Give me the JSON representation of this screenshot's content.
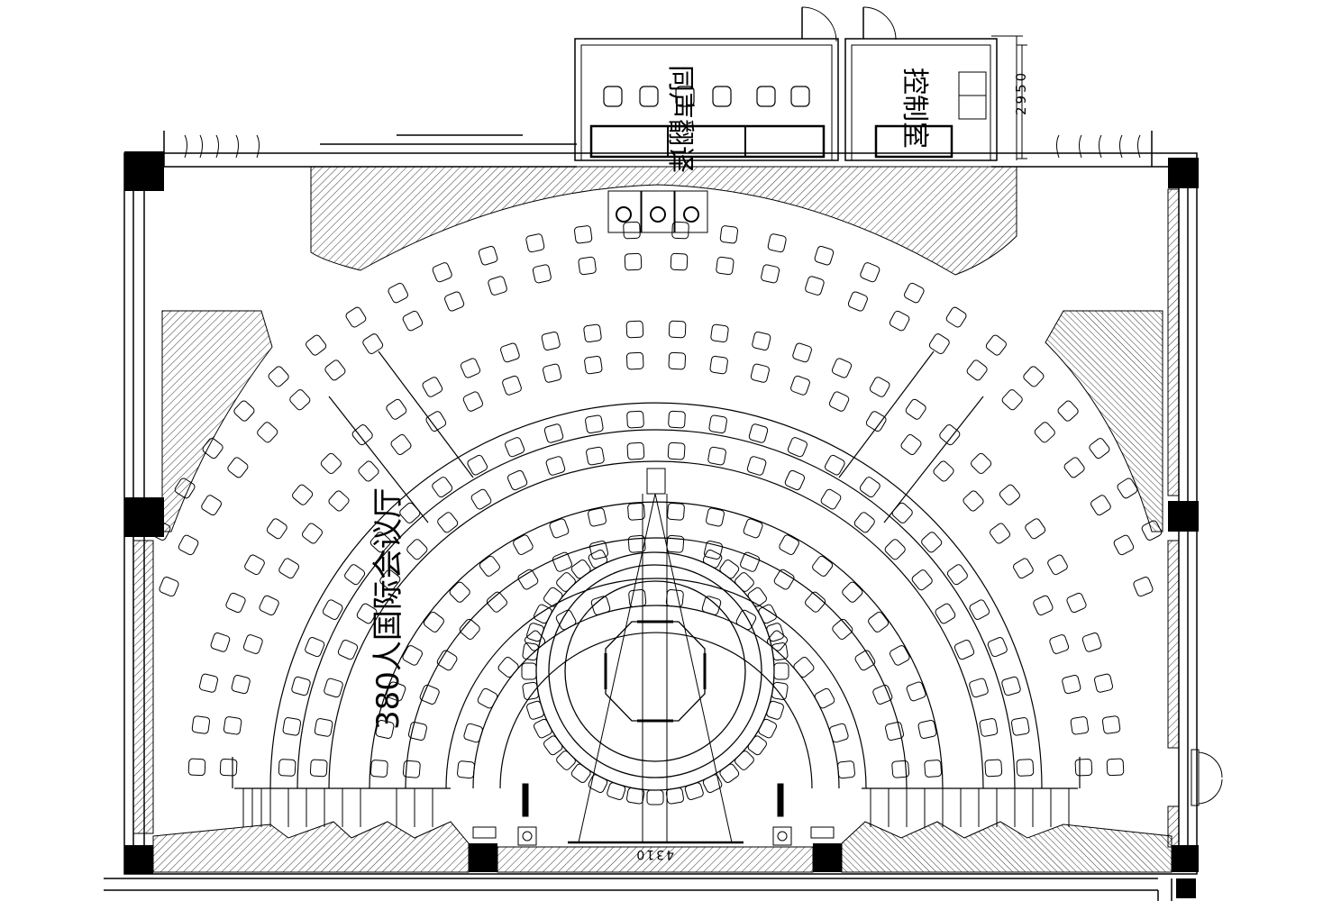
{
  "drawing": {
    "hall_label_vertical": "380人国际会议厅",
    "interpretation_room_label": "同声翻译",
    "control_room_label": "控制室",
    "dimension_upper_right": "2950",
    "dimension_bottom": "4310"
  },
  "colors": {
    "line": "#000000",
    "background": "#ffffff",
    "column_fill": "#000000"
  }
}
